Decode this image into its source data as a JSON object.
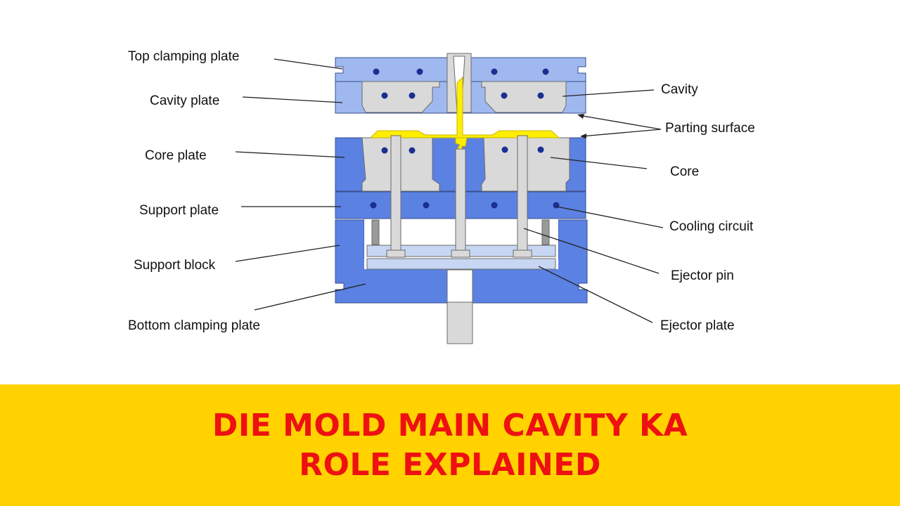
{
  "colors": {
    "top_plate": "#9fb8ef",
    "plate_blue": "#5b81e2",
    "plate_edge": "#3a4f8e",
    "gray_block": "#d9d9d9",
    "gray_edge": "#6b6b6b",
    "light_bar": "#c6d6f3",
    "cooling_dot": "#1a2f8f",
    "part_yellow": "#ffee00",
    "banner_bg": "#ffd200",
    "banner_text": "#ee1111"
  },
  "labels": {
    "top_clamping_plate": "Top clamping plate",
    "cavity_plate": "Cavity plate",
    "core_plate": "Core plate",
    "support_plate": "Support plate",
    "support_block": "Support block",
    "bottom_clamping_plate": "Bottom clamping plate",
    "cavity": "Cavity",
    "parting_surface": "Parting surface",
    "core": "Core",
    "cooling_circuit": "Cooling circuit",
    "ejector_pin": "Ejector pin",
    "ejector_plate": "Ejector plate"
  },
  "banner": {
    "line1": "DIE MOLD MAIN CAVITY KA",
    "line2": "ROLE EXPLAINED"
  }
}
